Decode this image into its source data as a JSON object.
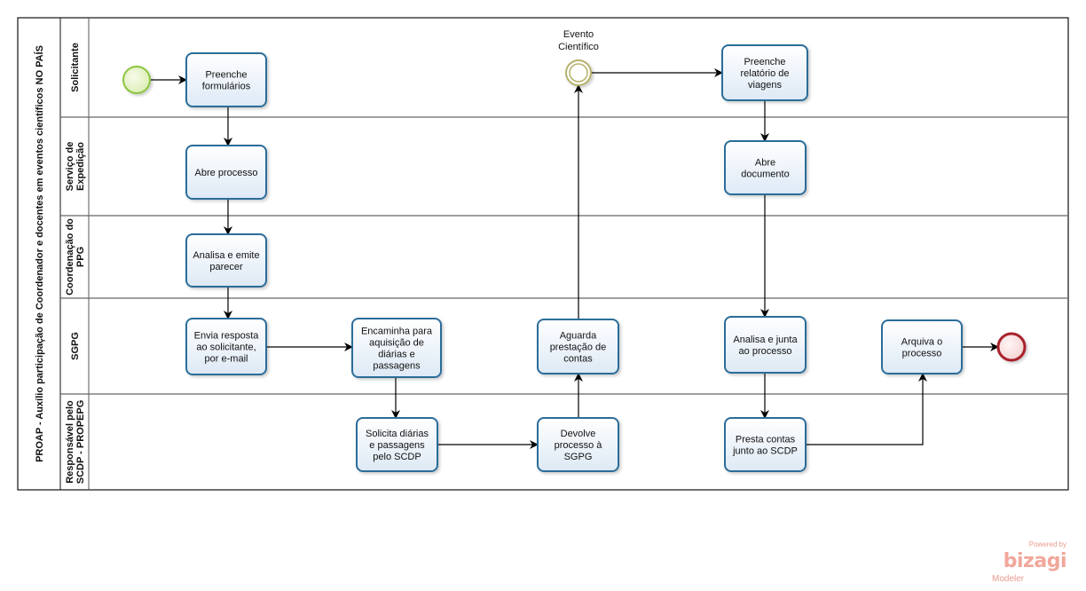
{
  "pool": {
    "title": "PROAP - Auxílio participação de Coordenador e docentes em eventos científicos NO PAÍS",
    "lanes": [
      {
        "id": "solicitante",
        "lines": [
          "Solicitante"
        ]
      },
      {
        "id": "expedicao",
        "lines": [
          "Serviço de",
          "Expedição"
        ]
      },
      {
        "id": "coordenacao",
        "lines": [
          "Coordenação do",
          "PPG"
        ]
      },
      {
        "id": "sgpg",
        "lines": [
          "SGPG"
        ]
      },
      {
        "id": "responsavel",
        "lines": [
          "Responsável pelo",
          "SCDP - PROPEPG"
        ]
      }
    ]
  },
  "nodes": [
    {
      "id": "start",
      "type": "start-event",
      "lines": []
    },
    {
      "id": "t1",
      "type": "task",
      "lines": [
        "Preenche",
        "formulários"
      ]
    },
    {
      "id": "t2",
      "type": "task",
      "lines": [
        "Abre processo"
      ]
    },
    {
      "id": "t3",
      "type": "task",
      "lines": [
        "Analisa e emite",
        "parecer"
      ]
    },
    {
      "id": "t4",
      "type": "task",
      "lines": [
        "Envia resposta",
        "ao solicitante,",
        "por e-mail"
      ]
    },
    {
      "id": "t5",
      "type": "task",
      "lines": [
        "Encaminha para",
        "aquisição de",
        "diárias e",
        "passagens"
      ]
    },
    {
      "id": "t6",
      "type": "task",
      "lines": [
        "Solicita diárias",
        "e passagens",
        "pelo SCDP"
      ]
    },
    {
      "id": "t7",
      "type": "task",
      "lines": [
        "Devolve",
        "processo à",
        "SGPG"
      ]
    },
    {
      "id": "t8",
      "type": "task",
      "lines": [
        "Aguarda",
        "prestação de",
        "contas"
      ]
    },
    {
      "id": "ev",
      "type": "intermediate-event",
      "lines": [
        "Evento",
        "Científico"
      ]
    },
    {
      "id": "t9",
      "type": "task",
      "lines": [
        "Preenche",
        "relatório de",
        "viagens"
      ]
    },
    {
      "id": "t10",
      "type": "task",
      "lines": [
        "Abre",
        "documento"
      ]
    },
    {
      "id": "t11",
      "type": "task",
      "lines": [
        "Analisa e junta",
        "ao processo"
      ]
    },
    {
      "id": "t12",
      "type": "task",
      "lines": [
        "Presta contas",
        "junto ao SCDP"
      ]
    },
    {
      "id": "t13",
      "type": "task",
      "lines": [
        "Arquiva o",
        "processo"
      ]
    },
    {
      "id": "end",
      "type": "end-event",
      "lines": []
    }
  ],
  "flows": [
    [
      "start",
      "t1"
    ],
    [
      "t1",
      "t2"
    ],
    [
      "t2",
      "t3"
    ],
    [
      "t3",
      "t4"
    ],
    [
      "t4",
      "t5"
    ],
    [
      "t5",
      "t6"
    ],
    [
      "t6",
      "t7"
    ],
    [
      "t7",
      "t8"
    ],
    [
      "t8",
      "ev"
    ],
    [
      "ev",
      "t9"
    ],
    [
      "t9",
      "t10"
    ],
    [
      "t10",
      "t11"
    ],
    [
      "t11",
      "t12"
    ],
    [
      "t12",
      "t13"
    ],
    [
      "t13",
      "end"
    ]
  ],
  "colors": {
    "task_stroke": "#2c6d99",
    "task_fill": "#eaf2fa",
    "start": "#8cc63f",
    "intermediate": "#b5b16a",
    "end": "#a8202c"
  },
  "branding": {
    "powered": "Powered by",
    "name": "bizagi",
    "product": "Modeler"
  }
}
